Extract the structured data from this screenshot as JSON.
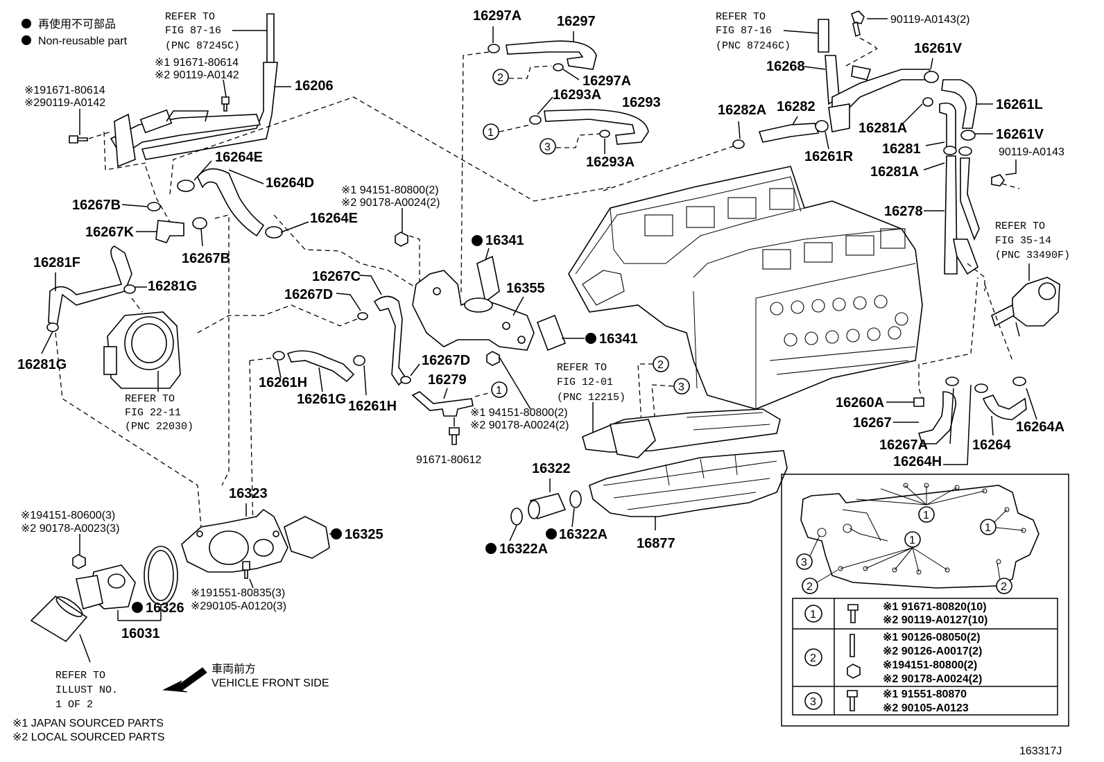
{
  "legend": {
    "non_reusable_jp": "再使用不可部品",
    "non_reusable_en": "Non-reusable part"
  },
  "refs": {
    "fig_87_16_a": [
      "REFER TO",
      "FIG 87-16",
      "(PNC 87245C)"
    ],
    "fig_87_16_b": [
      "REFER TO",
      "FIG 87-16",
      "(PNC 87246C)"
    ],
    "fig_35_14": [
      "REFER TO",
      "FIG 35-14",
      "(PNC 33490F)"
    ],
    "fig_12_01": [
      "REFER TO",
      "FIG 12-01",
      "(PNC 12215)"
    ],
    "fig_22_11": [
      "REFER TO",
      "FIG 22-11",
      "(PNC 22030)"
    ],
    "illust": [
      "REFER TO",
      "ILLUST NO.",
      "1 OF 2"
    ]
  },
  "parts": {
    "p16206": "16206",
    "p91671_a": "※1 91671-80614",
    "p90119_a": "※2 90119-A0142",
    "p91671_b": "※191671-80614",
    "p90119_b": "※290119-A0142",
    "p16264E_a": "16264E",
    "p16264D": "16264D",
    "p16264E_b": "16264E",
    "p16267B_a": "16267B",
    "p16267K": "16267K",
    "p16267B_b": "16267B",
    "p16281F": "16281F",
    "p16281G_a": "16281G",
    "p16281G_b": "16281G",
    "p16297A_a": "16297A",
    "p16297": "16297",
    "p16297A_b": "16297A",
    "p16293A_a": "16293A",
    "p16293": "16293",
    "p16293A_b": "16293A",
    "p94151_a": "※1 94151-80800(2)",
    "p90178_a": "※2 90178-A0024(2)",
    "p16341_a": "16341",
    "p16355": "16355",
    "p16341_b": "16341",
    "p16267C": "16267C",
    "p16267D_a": "16267D",
    "p16267D_b": "16267D",
    "p16279": "16279",
    "p94151_b": "※1 94151-80800(2)",
    "p90178_b": "※2 90178-A0024(2)",
    "p91671_c": "91671-80612",
    "p16261H_a": "16261H",
    "p16261G": "16261G",
    "p16261H_b": "16261H",
    "p16282A": "16282A",
    "p16282": "16282",
    "p16261R": "16261R",
    "p16268": "16268",
    "p90119_c": "90119-A0143(2)",
    "p16261V_a": "16261V",
    "p16261L": "16261L",
    "p16281A_a": "16281A",
    "p16261V_b": "16261V",
    "p16281": "16281",
    "p90119_d": "90119-A0143",
    "p16281A_b": "16281A",
    "p16278": "16278",
    "p16260A": "16260A",
    "p16267": "16267",
    "p16267A": "16267A",
    "p16264H": "16264H",
    "p16264": "16264",
    "p16264A": "16264A",
    "p16322": "16322",
    "p16322A_a": "16322A",
    "p16322A_b": "16322A",
    "p16877": "16877",
    "p16323": "16323",
    "p16325": "16325",
    "p94151_c": "※194151-80600(3)",
    "p90178_c": "※2 90178-A0023(3)",
    "p91551_a": "※191551-80835(3)",
    "p90105_a": "※290105-A0120(3)",
    "p16326": "16326",
    "p16031": "16031"
  },
  "table": [
    {
      "key": "1",
      "lines": [
        "※1 91671-80820(10)",
        "※2 90119-A0127(10)"
      ]
    },
    {
      "key": "2",
      "lines": [
        "※1 90126-08050(2)",
        "※2 90126-A0017(2)",
        "※194151-80800(2)",
        "※2 90178-A0024(2)"
      ]
    },
    {
      "key": "3",
      "lines": [
        "※1 91551-80870",
        "※2 90105-A0123"
      ]
    }
  ],
  "direction": {
    "jp": "車両前方",
    "en": "VEHICLE FRONT SIDE"
  },
  "footnotes": [
    "※1 JAPAN SOURCED PARTS",
    "※2 LOCAL SOURCED PARTS"
  ],
  "diagram_id": "163317J",
  "circled": {
    "one": "1",
    "two": "2",
    "three": "3"
  }
}
